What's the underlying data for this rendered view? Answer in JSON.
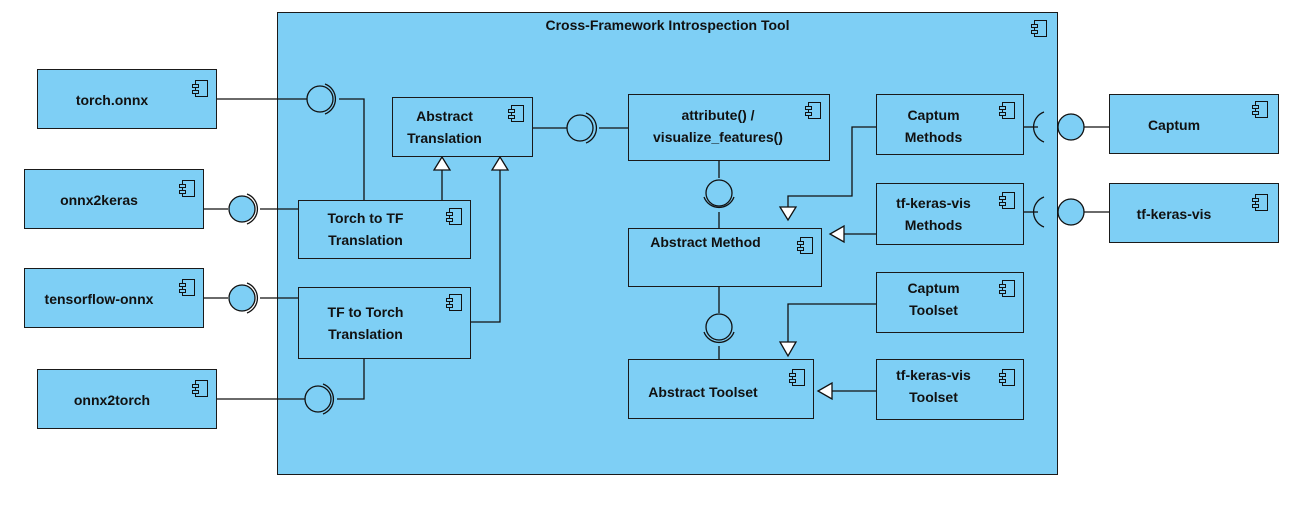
{
  "colors": {
    "fill": "#7ecff5",
    "stroke": "#1a1a1a"
  },
  "container": {
    "title": "Cross-Framework Introspection Tool",
    "icon": "component-icon"
  },
  "external": {
    "torch_onnx": "torch.onnx",
    "onnx2keras": "onnx2keras",
    "tensorflow_onnx": "tensorflow-onnx",
    "onnx2torch": "onnx2torch",
    "captum": "Captum",
    "tf_keras_vis": "tf-keras-vis"
  },
  "components": {
    "abstract_translation": "Abstract\nTranslation",
    "torch_to_tf": "Torch to TF\nTranslation",
    "tf_to_torch": "TF to Torch\nTranslation",
    "attribute": "attribute() /\nvisualize_features()",
    "abstract_method": "Abstract Method",
    "abstract_toolset": "Abstract Toolset",
    "captum_methods": "Captum\nMethods",
    "tfkv_methods": "tf-keras-vis\nMethods",
    "captum_toolset": "Captum\nToolset",
    "tfkv_toolset": "tf-keras-vis\nToolset"
  }
}
